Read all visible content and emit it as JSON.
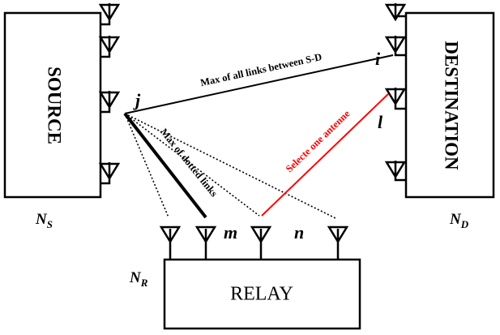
{
  "source": {
    "label": "SOURCE",
    "count_var": "N",
    "count_sub": "S"
  },
  "destination": {
    "label": "DESTINATION",
    "count_var": "N",
    "count_sub": "D"
  },
  "relay": {
    "label": "RELAY",
    "count_var": "N",
    "count_sub": "R"
  },
  "antenna_index": {
    "source": "j",
    "dest_upper": "i",
    "dest_lower": "l",
    "relay_m": "m",
    "relay_n": "n"
  },
  "annotations": {
    "max_all_links": "Max of all links between S-D",
    "max_dotted": "Max of dotted links",
    "select_one": "Selecte one antenne"
  },
  "colors": {
    "line": "#000000",
    "selected_link": "#ff0000"
  }
}
